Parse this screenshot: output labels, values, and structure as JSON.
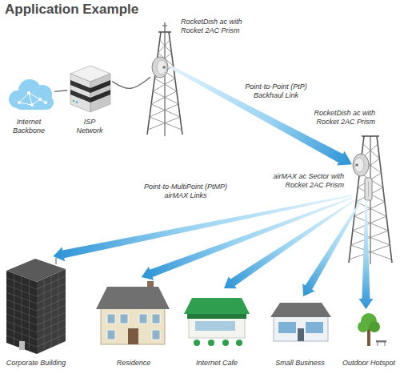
{
  "diagram": {
    "title": "Application Example",
    "nodes": [
      {
        "text": [
          "Internet Backbone"
        ]
      },
      {
        "text": [
          "ISP Network"
        ]
      },
      {
        "text": [
          "RocketDish ac with Rocket 2AC Prism"
        ]
      },
      {
        "text": [
          "RocketDish ac with Rocket 2AC Prism",
          "airMAX ac Sector with Rocket 2AC Prism"
        ]
      },
      {
        "text": [
          "Corporate Building"
        ]
      },
      {
        "text": [
          "Residence"
        ]
      },
      {
        "text": [
          "Internet Cafe"
        ]
      },
      {
        "text": [
          "Small Business"
        ]
      },
      {
        "text": [
          "Outdoor Hotspot"
        ]
      }
    ],
    "edges": [
      {
        "from": 0,
        "to": 1,
        "arrow": "none"
      },
      {
        "from": 1,
        "to": 2,
        "arrow": "none"
      },
      {
        "from": 2,
        "to": 3,
        "label": "Point-to-Point (PtP) Backhaul Link",
        "arrow": "to"
      },
      {
        "from": 3,
        "to": 4,
        "arrow": "to"
      },
      {
        "from": 3,
        "to": 5,
        "arrow": "to"
      },
      {
        "from": 3,
        "to": 6,
        "arrow": "to"
      },
      {
        "from": 3,
        "to": 7,
        "arrow": "to"
      },
      {
        "from": 3,
        "to": 8,
        "arrow": "to"
      }
    ],
    "labels": [
      "Point-to-MultiPoint (PtMP) airMAX Links"
    ]
  }
}
